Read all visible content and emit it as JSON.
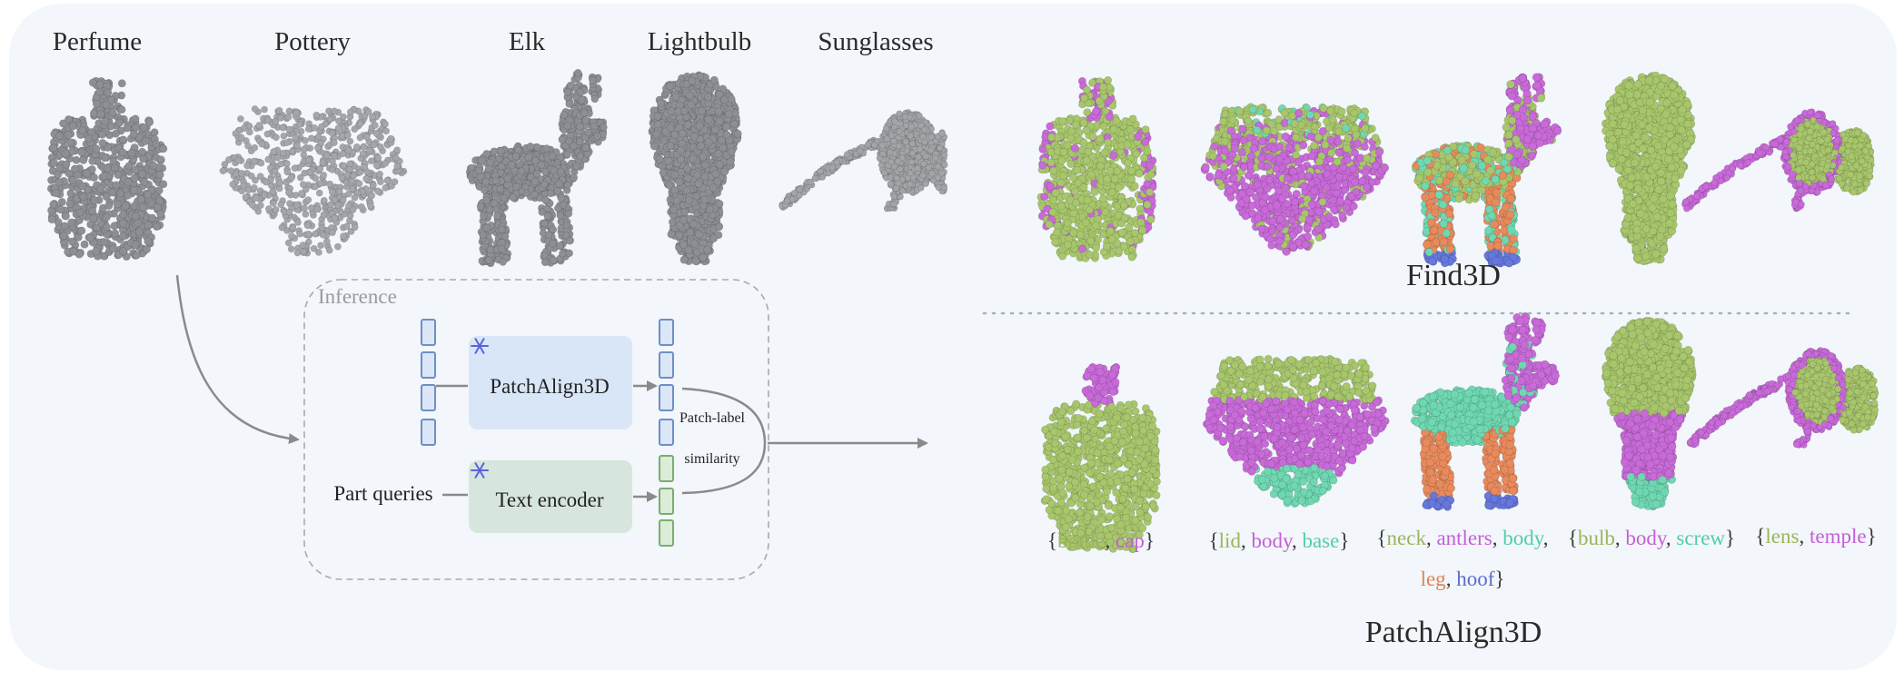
{
  "objects": {
    "perfume": "Perfume",
    "pottery": "Pottery",
    "elk": "Elk",
    "lightbulb": "Lightbulb",
    "sunglasses": "Sunglasses"
  },
  "inference": {
    "title": "Inference",
    "encoder": "PatchAlign3D",
    "text_encoder": "Text encoder",
    "part_queries": "Part queries",
    "similarity_line1": "Patch-label",
    "similarity_line2": "similarity"
  },
  "results": {
    "find3d": "Find3D",
    "patchalign": "PatchAlign3D"
  },
  "labels": {
    "perfume": [
      {
        "t": "bottle",
        "c": "green"
      },
      {
        "t": "cap",
        "c": "pink"
      }
    ],
    "pottery": [
      {
        "t": "lid",
        "c": "green"
      },
      {
        "t": "body",
        "c": "pink"
      },
      {
        "t": "base",
        "c": "teal"
      }
    ],
    "elk_line1": [
      {
        "t": "neck",
        "c": "green"
      },
      {
        "t": "antlers",
        "c": "pink"
      },
      {
        "t": "body",
        "c": "teal"
      }
    ],
    "elk_line2": [
      {
        "t": "leg",
        "c": "orange"
      },
      {
        "t": "hoof",
        "c": "blue"
      }
    ],
    "lightbulb": [
      {
        "t": "bulb",
        "c": "green"
      },
      {
        "t": "body",
        "c": "pink"
      },
      {
        "t": "screw",
        "c": "teal"
      }
    ],
    "sunglasses": [
      {
        "t": "lens",
        "c": "green"
      },
      {
        "t": "temple",
        "c": "pink"
      }
    ]
  },
  "colors": {
    "panel": "#f3f6fb",
    "gray_points": "#8d8f94",
    "green": "#a8c66c",
    "pink": "#c86ad8",
    "teal": "#6fd8b2",
    "orange": "#e88a5c",
    "blue": "#6677dd"
  }
}
